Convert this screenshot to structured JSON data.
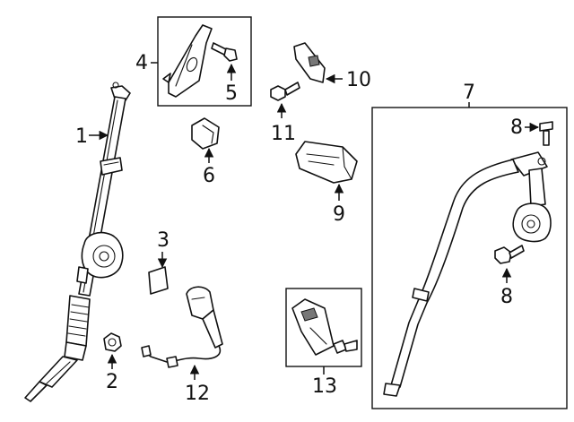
{
  "callouts": {
    "c1": "1",
    "c2": "2",
    "c3": "3",
    "c4": "4",
    "c5": "5",
    "c6": "6",
    "c7": "7",
    "c8a": "8",
    "c8b": "8",
    "c9": "9",
    "c10": "10",
    "c11": "11",
    "c12": "12",
    "c13": "13"
  }
}
